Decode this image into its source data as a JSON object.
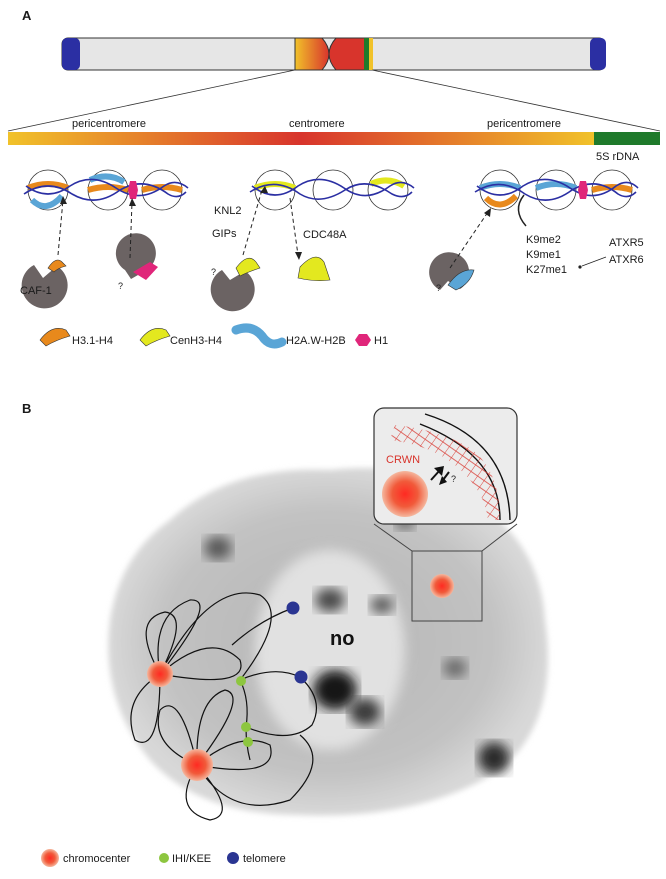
{
  "panel_a": {
    "label": "A",
    "regions": {
      "left": "pericentromere",
      "center": "centromere",
      "right": "pericentromere",
      "rdna": "5S rDNA"
    },
    "factors": {
      "caf1": "CAF-1",
      "knl2": "KNL2",
      "gips": "GIPs",
      "cdc48a": "CDC48A",
      "k9me2": "K9me2",
      "k9me1": "K9me1",
      "k27me1": "K27me1",
      "atxr5": "ATXR5",
      "atxr6": "ATXR6",
      "unknown": "?"
    },
    "legend": [
      {
        "label": "H3.1-H4",
        "color": "#e8891c"
      },
      {
        "label": "CenH3-H4",
        "color": "#e3e81f"
      },
      {
        "label": "H2A.W-H2B",
        "color": "#5aa5d6"
      },
      {
        "label": "H1",
        "color": "#e0267a"
      }
    ]
  },
  "panel_b": {
    "label": "B",
    "nucleolus": "no",
    "inset_label": "CRWN",
    "inset_question": "?",
    "legend": [
      {
        "label": "chromocenter",
        "color": "#e8322b"
      },
      {
        "label": "IHI/KEE",
        "color": "#8dc63f"
      },
      {
        "label": "telomere",
        "color": "#2a3592"
      }
    ]
  },
  "colors": {
    "dna_blue": "#2b2fa3",
    "factor_gray": "#6b6363",
    "rdna_green": "#1f7a2b",
    "chromosome_body": "#e6e6e6"
  }
}
